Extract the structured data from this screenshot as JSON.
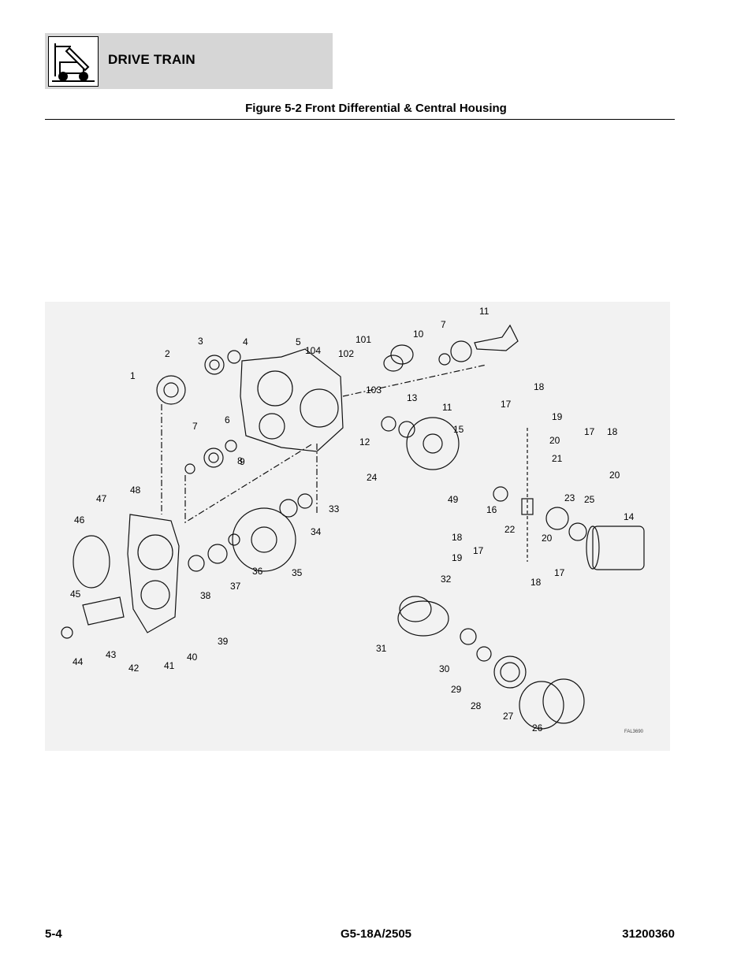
{
  "header": {
    "title": "DRIVE TRAIN",
    "icon": "telehandler-icon"
  },
  "figure": {
    "title": "Figure 5-2 Front Differential & Central Housing",
    "code": "FAL3690",
    "callouts": [
      "1",
      "2",
      "3",
      "4",
      "5",
      "104",
      "101",
      "102",
      "103",
      "10",
      "7",
      "11",
      "6",
      "7",
      "8",
      "9",
      "12",
      "13",
      "11",
      "24",
      "15",
      "49",
      "16",
      "18",
      "17",
      "19",
      "20",
      "17",
      "18",
      "21",
      "20",
      "22",
      "23",
      "25",
      "14",
      "18",
      "17",
      "19",
      "20",
      "17",
      "18",
      "47",
      "48",
      "46",
      "45",
      "44",
      "43",
      "42",
      "41",
      "40",
      "39",
      "38",
      "37",
      "36",
      "35",
      "34",
      "33",
      "32",
      "31",
      "30",
      "29",
      "28",
      "27",
      "26"
    ]
  },
  "footer": {
    "left": "5-4",
    "center": "G5-18A/2505",
    "right": "31200360"
  }
}
